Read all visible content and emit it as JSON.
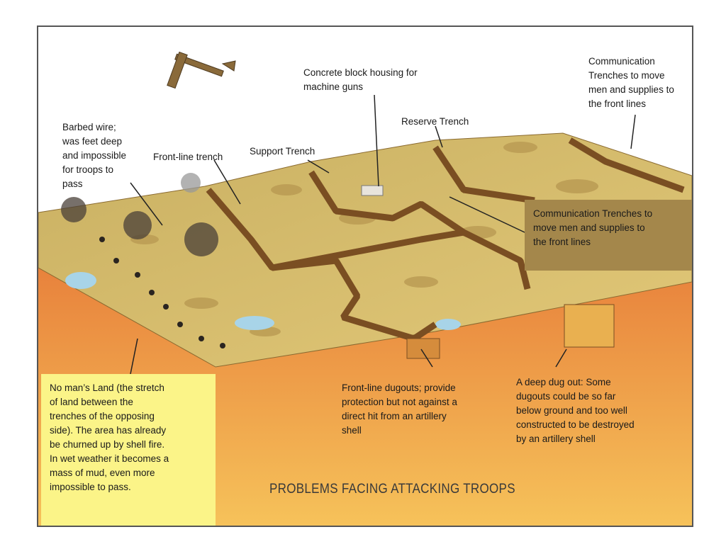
{
  "title": "PROBLEMS FACING ATTACKING TROOPS",
  "labels": {
    "barbed_wire": "Barbed wire;\nwas feet deep\nand impossible\nfor troops to\npass",
    "front_line_trench": "Front-line trench",
    "support_trench": "Support Trench",
    "concrete_block": "Concrete block housing for\nmachine guns",
    "reserve_trench": "Reserve Trench",
    "communication_top": "Communication\nTrenches to move\nmen and supplies to\nthe front lines",
    "communication_box": "Communication Trenches to\nmove men and supplies to\nthe front lines",
    "no_mans_land": "No man’s Land (the stretch\nof land between the\ntrenches of the opposing\nside).  The area has already\nbe churned up by shell fire.\nIn wet weather it becomes a\nmass of mud, even more\nimpossible to pass.",
    "front_line_dugouts": "Front-line dugouts; provide\nprotection but not against a\ndirect hit from an artillery\nshell",
    "deep_dugout": "A deep dug out: Some\ndugouts could be so far\nbelow ground and too well\nconstructed to be destroyed\nby an artillery shell"
  },
  "colors": {
    "ground": "#d9bd6a",
    "underground": "#ef9a4a",
    "callout_brown": "#a4874b",
    "callout_yellow": "#fbf488"
  }
}
